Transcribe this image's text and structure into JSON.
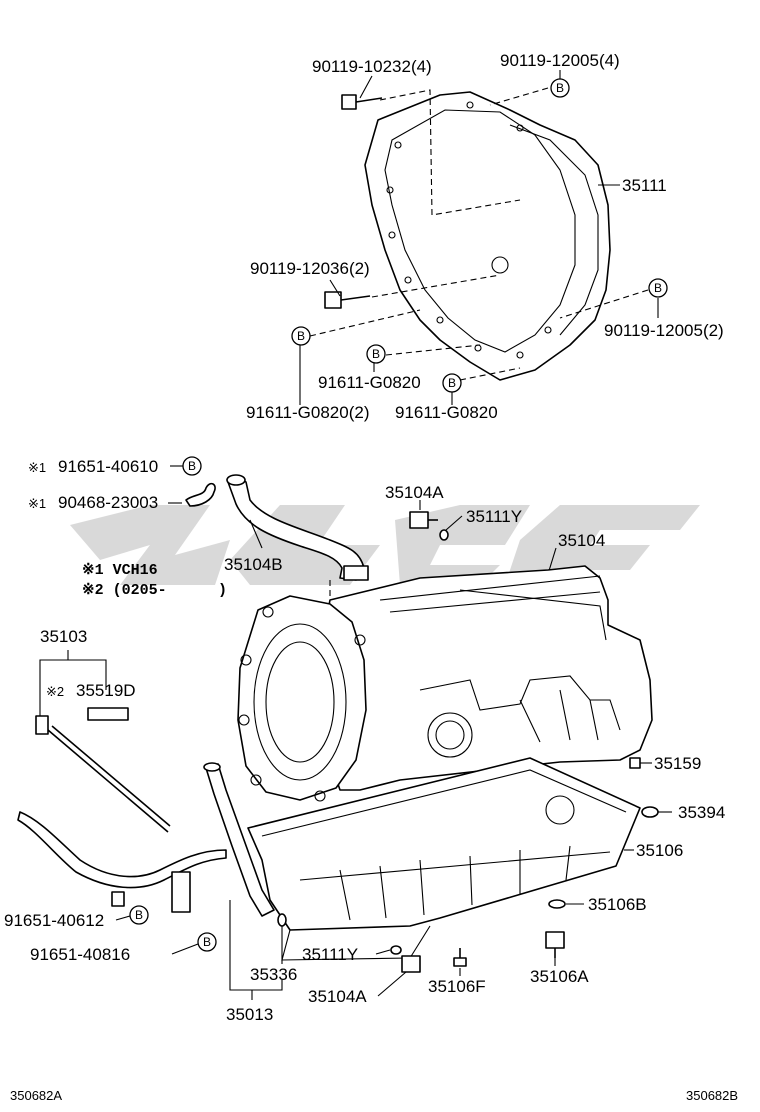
{
  "watermark_text": "",
  "corner_left": "350682A",
  "corner_right": "350682B",
  "callouts": {
    "c1": "90119-10232(4)",
    "c2": "90119-12005(4)",
    "c3": "35111",
    "c4": "90119-12036(2)",
    "c5": "90119-12005(2)",
    "c6": "91611-G0820",
    "c7": "91611-G0820(2)",
    "c8": "91611-G0820",
    "c9": "91651-40610",
    "c10": "90468-23003",
    "c11": "35104A",
    "c12": "35111Y",
    "c13": "35104",
    "c14": "35104B",
    "c15": "35103",
    "c16": "35519D",
    "c17": "35159",
    "c18": "35394",
    "c19": "35106",
    "c20": "35106B",
    "c21": "91651-40612",
    "c22": "91651-40816",
    "c23": "35111Y",
    "c24": "35336",
    "c25": "35104A",
    "c26": "35106F",
    "c27": "35106A",
    "c28": "35013"
  },
  "notes": {
    "mark1": "※1",
    "mark2": "※2",
    "n1": "※1 VCH16",
    "n2": "※2 (0205-",
    "n2_close": ")"
  },
  "ref_letter": "B"
}
